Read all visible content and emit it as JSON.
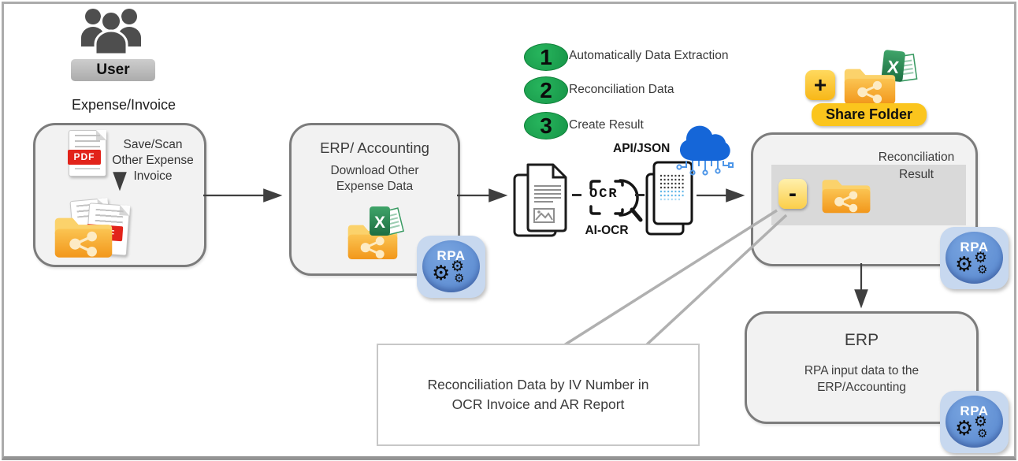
{
  "user": {
    "label": "User",
    "caption": "Expense/Invoice"
  },
  "box_save_scan": {
    "lines": [
      "Save/Scan",
      "Other Expense",
      "Invoice"
    ],
    "pdf_badge": "PDF"
  },
  "box_erp_accounting": {
    "title": "ERP/ Accounting",
    "subtitle_lines": [
      "Download Other",
      "Expense Data"
    ]
  },
  "steps": [
    {
      "num": "1",
      "label": "Automatically Data Extraction"
    },
    {
      "num": "2",
      "label": "Reconciliation Data"
    },
    {
      "num": "3",
      "label": "Create Result"
    }
  ],
  "ocr_pipeline": {
    "ocr_text": "OCR",
    "ai_ocr_label": "AI-OCR",
    "api_label": "API/JSON"
  },
  "share_folder": {
    "plus": "+",
    "label": "Share Folder"
  },
  "box_reconciliation": {
    "minus": "-",
    "label_lines": [
      "Reconciliation",
      "Result"
    ]
  },
  "box_erp": {
    "title": "ERP",
    "subtitle_lines": [
      "RPA input data to the",
      "ERP/Accounting"
    ]
  },
  "callout": {
    "lines": [
      "Reconciliation Data by IV Number in",
      "OCR Invoice and AR Report"
    ]
  },
  "rpa_badge": {
    "label": "RPA"
  },
  "icons": {
    "gear": "⚙",
    "excel_letter": "X"
  },
  "colors": {
    "box_fill": "#F2F2F2",
    "box_border": "#7C7C7C",
    "step_green": "#1EA351",
    "folder_orange": "#F7A82A",
    "gold": "#FBC51D",
    "rpa_blue": "#5B8ED6",
    "rpa_blue_light": "#C7D8EF",
    "cloud_blue": "#1566D8",
    "pdf_red": "#E2231A",
    "inner_gray": "#D9D9D9",
    "arrow": "#3F3F3F",
    "callout_line": "#B0B0B0"
  }
}
